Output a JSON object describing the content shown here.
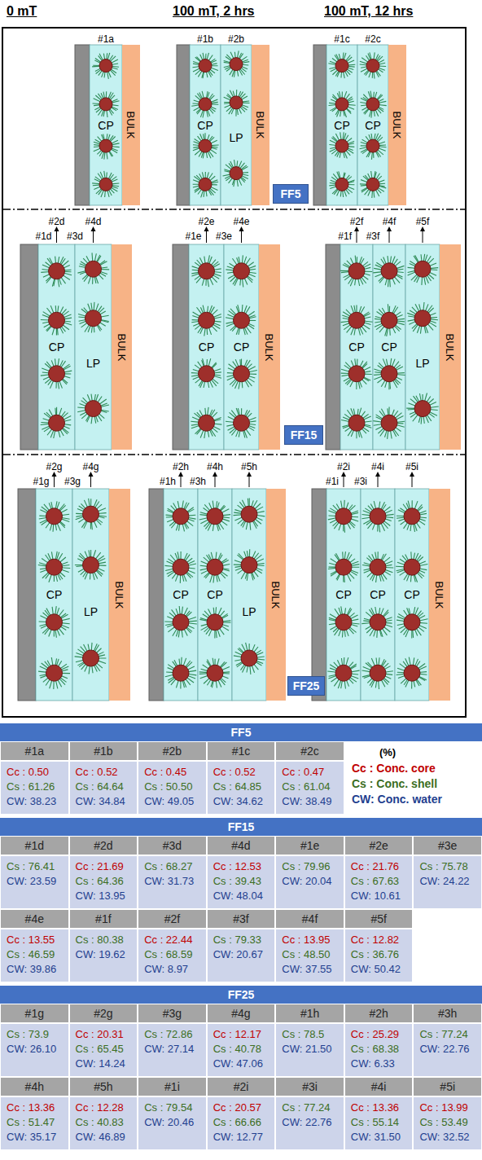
{
  "diagram": {
    "nodes": [
      {
        "text": [
          "CP"
        ]
      },
      {
        "text": [
          "BULK"
        ]
      },
      {
        "text": [
          "CP"
        ]
      },
      {
        "text": [
          "LP"
        ]
      },
      {
        "text": [
          "BULK"
        ]
      },
      {
        "text": [
          "CP"
        ]
      },
      {
        "text": [
          "CP"
        ]
      },
      {
        "text": [
          "BULK"
        ]
      },
      {
        "text": [
          "FF5"
        ]
      },
      {
        "text": [
          "CP"
        ]
      },
      {
        "text": [
          "LP"
        ]
      },
      {
        "text": [
          "BULK"
        ]
      },
      {
        "text": [
          "CP"
        ]
      },
      {
        "text": [
          "CP"
        ]
      },
      {
        "text": [
          "BULK"
        ]
      },
      {
        "text": [
          "CP"
        ]
      },
      {
        "text": [
          "CP"
        ]
      },
      {
        "text": [
          "LP"
        ]
      },
      {
        "text": [
          "BULK"
        ]
      },
      {
        "text": [
          "FF15"
        ]
      },
      {
        "text": [
          "CP"
        ]
      },
      {
        "text": [
          "LP"
        ]
      },
      {
        "text": [
          "BULK"
        ]
      },
      {
        "text": [
          "CP"
        ]
      },
      {
        "text": [
          "CP"
        ]
      },
      {
        "text": [
          "LP"
        ]
      },
      {
        "text": [
          "BULK"
        ]
      },
      {
        "text": [
          "CP"
        ]
      },
      {
        "text": [
          "CP"
        ]
      },
      {
        "text": [
          "CP"
        ]
      },
      {
        "text": [
          "BULK"
        ]
      },
      {
        "text": [
          "FF25"
        ]
      },
      {
        "text": [
          "FF5"
        ]
      },
      {
        "text": [
          "FF15"
        ]
      },
      {
        "text": [
          "FF25"
        ]
      }
    ],
    "labels": [
      "0 mT",
      "100 mT, 2 hrs",
      "100 mT, 12 hrs",
      "#1a",
      "#1b",
      "#2b",
      "#1c",
      "#2c",
      "#1d",
      "#2d",
      "#3d",
      "#4d",
      "#1e",
      "#2e",
      "#3e",
      "#4e",
      "#1f",
      "#2f",
      "#3f",
      "#4f",
      "#5f",
      "#1g",
      "#2g",
      "#3g",
      "#4g",
      "#1h",
      "#2h",
      "#3h",
      "#4h",
      "#5h",
      "#1i",
      "#2i",
      "#3i",
      "#4i",
      "#5i",
      "#1a",
      "#1b",
      "#2b",
      "#1c",
      "#2c",
      "Cc : 0.50",
      "Cs : 61.26",
      "CW: 38.23",
      "Cc : 0.52",
      "Cs : 64.64",
      "CW: 34.84",
      "Cc : 0.45",
      "Cs : 50.50",
      "CW: 49.05",
      "Cc : 0.52",
      "Cs : 64.85",
      "CW: 34.62",
      "Cc : 0.47",
      "Cs : 61.04",
      "CW: 38.49",
      "(%)",
      "Cc : Conc. core",
      "Cs : Conc. shell",
      "CW: Conc. water",
      "#1d",
      "#2d",
      "#3d",
      "#4d",
      "#1e",
      "#2e",
      "#3e",
      "Cs : 76.41",
      "CW: 23.59",
      "Cc : 21.69",
      "Cs : 64.36",
      "CW: 13.95",
      "Cs : 68.27",
      "CW: 31.73",
      "Cc : 12.53",
      "Cs : 39.43",
      "CW: 48.04",
      "Cs : 79.96",
      "CW: 20.04",
      "Cc : 21.76",
      "Cs : 67.63",
      "CW: 10.61",
      "Cs : 75.78",
      "CW: 24.22",
      "#4e",
      "#1f",
      "#2f",
      "#3f",
      "#4f",
      "#5f",
      "Cc : 13.55",
      "Cs : 46.59",
      "CW: 39.86",
      "Cs : 80.38",
      "CW: 19.62",
      "Cc : 22.44",
      "Cs : 68.59",
      "CW: 8.97",
      "Cs : 79.33",
      "CW: 20.67",
      "Cc : 13.95",
      "Cs : 48.50",
      "CW: 37.55",
      "Cc : 12.82",
      "Cs : 36.76",
      "CW: 50.42",
      "#1g",
      "#2g",
      "#3g",
      "#4g",
      "#1h",
      "#2h",
      "#3h",
      "Cs : 73.9",
      "CW: 26.10",
      "Cc : 20.31",
      "Cs : 65.45",
      "CW: 14.24",
      "Cs : 72.86",
      "CW: 27.14",
      "Cc : 12.17",
      "Cs : 40.78",
      "CW: 47.06",
      "Cs : 78.5",
      "CW: 21.50",
      "Cc : 25.29",
      "Cs : 68.38",
      "CW: 6.33",
      "Cs : 77.24",
      "CW: 22.76",
      "#4h",
      "#5h",
      "#1i",
      "#2i",
      "#3i",
      "#4i",
      "#5i",
      "Cc : 13.36",
      "Cs : 51.47",
      "CW: 35.17",
      "Cc : 12.28",
      "Cs : 40.83",
      "CW: 46.89",
      "Cs : 79.54",
      "CW: 20.46",
      "Cc : 20.57",
      "Cs : 66.66",
      "CW: 12.77",
      "Cs : 77.24",
      "CW: 22.76",
      "Cc : 13.36",
      "Cs : 55.14",
      "CW: 31.50",
      "Cc : 13.99",
      "Cs : 53.49",
      "CW: 32.52"
    ]
  }
}
